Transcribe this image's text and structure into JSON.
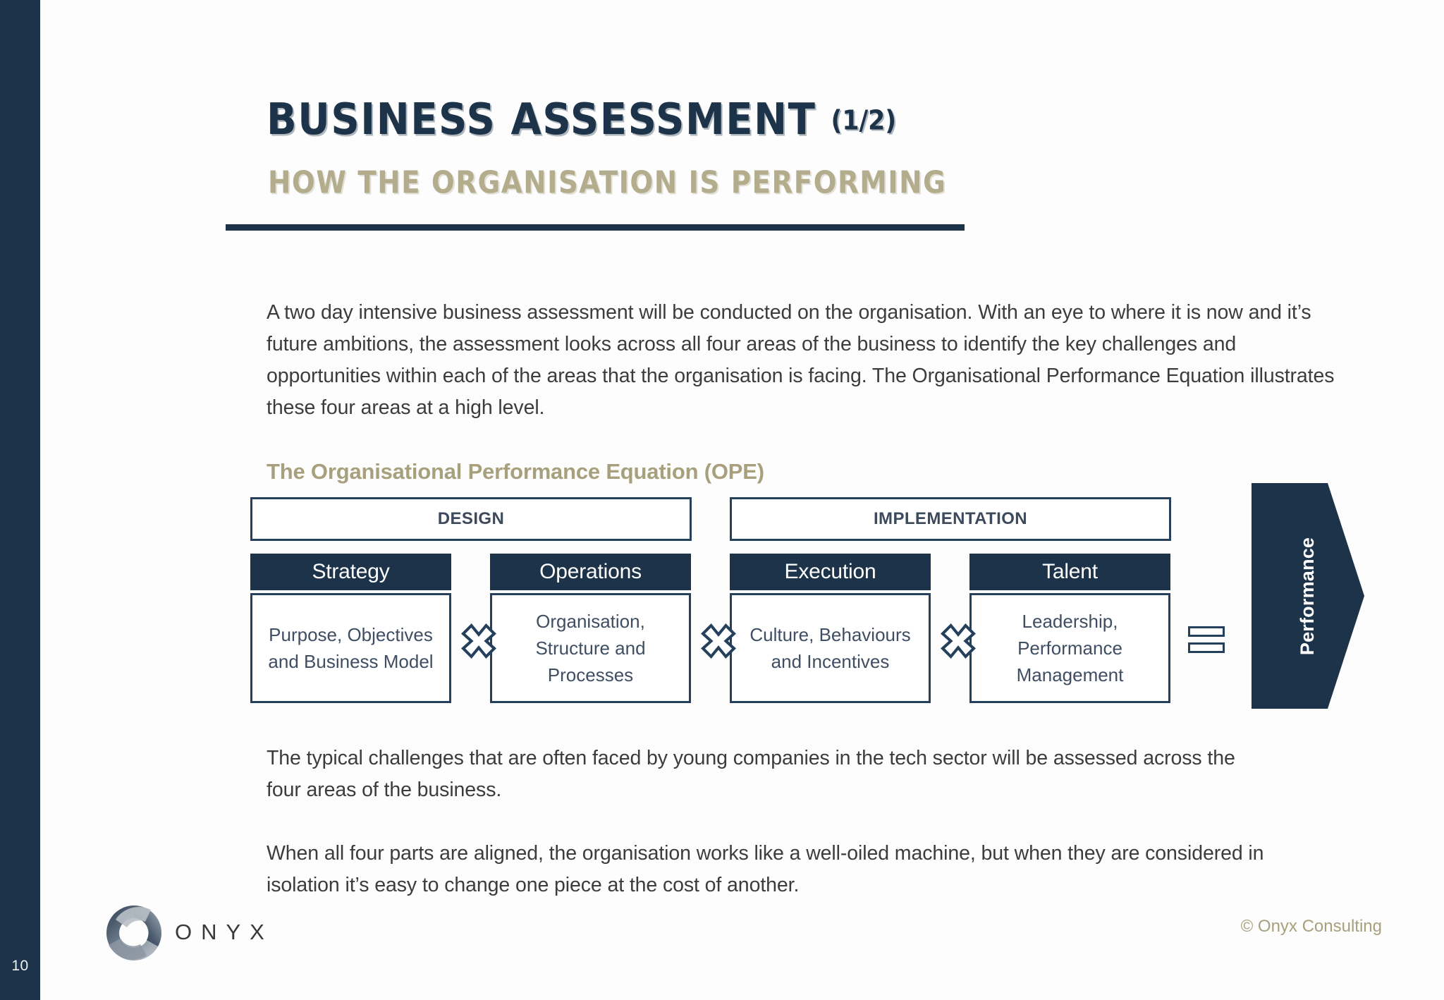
{
  "slide": {
    "page_number": "10",
    "title_main": "BUSINESS ASSESSMENT",
    "title_fraction": "(1/2)",
    "subtitle": "HOW THE ORGANISATION IS PERFORMING",
    "accent_navy": "#1d3349",
    "accent_khaki": "#a8a07c",
    "body_text_color": "#3c3c3c"
  },
  "paragraphs": {
    "intro": "A two day intensive business assessment will be conducted on the organisation.  With an eye to where it is now and it’s future ambitions, the assessment looks across all four areas of the business to identify the key challenges and opportunities within each of the areas that the organisation is facing.  The Organisational Performance Equation illustrates these four areas at a high level.",
    "middle": "The typical challenges that are often faced by young companies in the tech sector will be assessed across the four areas of the business.",
    "end": "When all four parts are aligned, the organisation works like a well-oiled machine, but when they are considered in isolation it’s easy to change one piece at the cost of another."
  },
  "ope": {
    "heading": "The Organisational Performance Equation (OPE)",
    "groups": [
      {
        "label": "DESIGN"
      },
      {
        "label": "IMPLEMENTATION"
      }
    ],
    "pillars": [
      {
        "title": "Strategy",
        "body": "Purpose, Objectives and Business Model"
      },
      {
        "title": "Operations",
        "body": "Organisation, Structure and Processes"
      },
      {
        "title": "Execution",
        "body": "Culture, Behaviours and Incentives"
      },
      {
        "title": "Talent",
        "body": "Leadership, Performance Management"
      }
    ],
    "operator_multiply": "×",
    "operator_equals": "=",
    "result_label": "Performance"
  },
  "footer": {
    "logo_word": "ONYX",
    "copyright": "© Onyx Consulting"
  }
}
